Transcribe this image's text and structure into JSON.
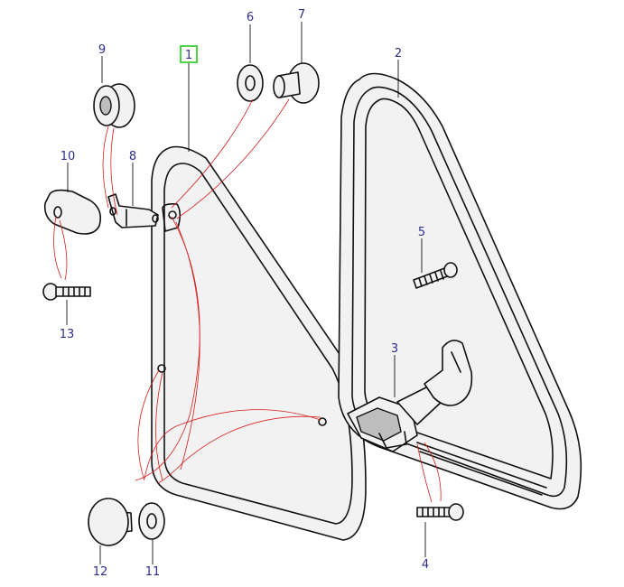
{
  "diagram": {
    "labels": {
      "p1": "1",
      "p2": "2",
      "p3": "3",
      "p4": "4",
      "p5": "5",
      "p6": "6",
      "p7": "7",
      "p8": "8",
      "p9": "9",
      "p10": "10",
      "p11": "11",
      "p12": "12",
      "p13": "13"
    },
    "colors": {
      "label_text": "#2e2e8c",
      "callout_lines": "#d81e1e",
      "highlight_box": "#22c81e",
      "outline": "#111111"
    }
  }
}
